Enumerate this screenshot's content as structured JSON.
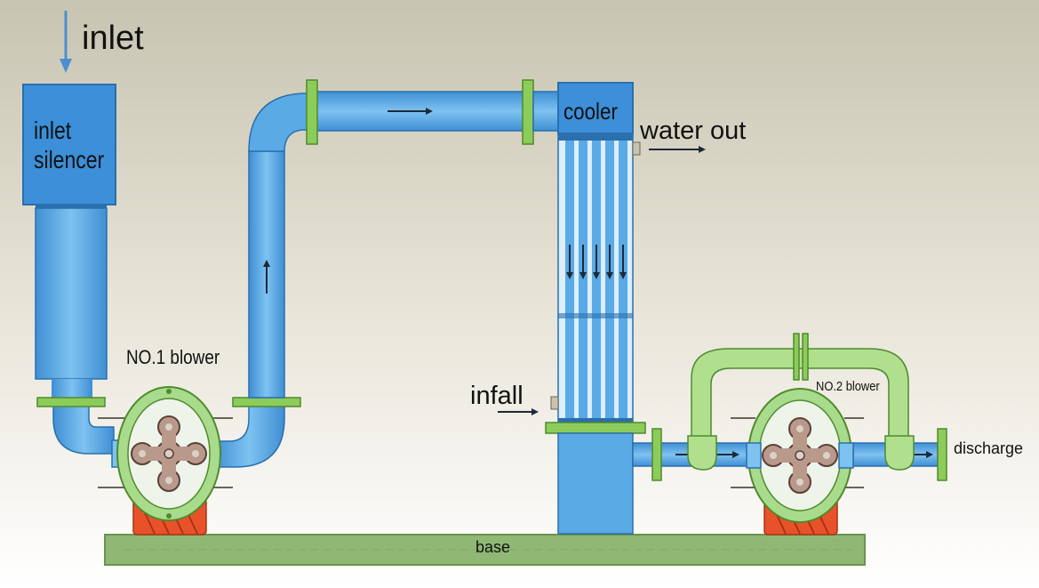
{
  "labels": {
    "inlet": "inlet",
    "inlet_silencer_line1": "inlet",
    "inlet_silencer_line2": "silencer",
    "no1_blower": "NO.1 blower",
    "cooler": "cooler",
    "water_out": "water out",
    "infall": "infall",
    "no2_blower": "NO.2 blower",
    "discharge": "discharge",
    "base": "base"
  },
  "colors": {
    "background_top": "#c8c4b2",
    "background_bottom": "#ffffff",
    "pipe_blue": "#5aaae6",
    "pipe_blue_dark": "#2f7dbf",
    "silencer_blue": "#3c8fd8",
    "flange_green": "#8ccc5a",
    "blower_green": "#a8dc8c",
    "bypass_green": "#b0e08e",
    "rotor_brown": "#b8998a",
    "mount_red": "#e8522a",
    "base_green": "#90b874",
    "arrow_dark": "#1c2a3a",
    "inlet_arrow": "#4a90d0"
  },
  "icons": {
    "rotor": "cross-lobe-rotor-icon",
    "flow_arrow": "arrow-right-icon",
    "down_arrow": "arrow-down-icon"
  }
}
